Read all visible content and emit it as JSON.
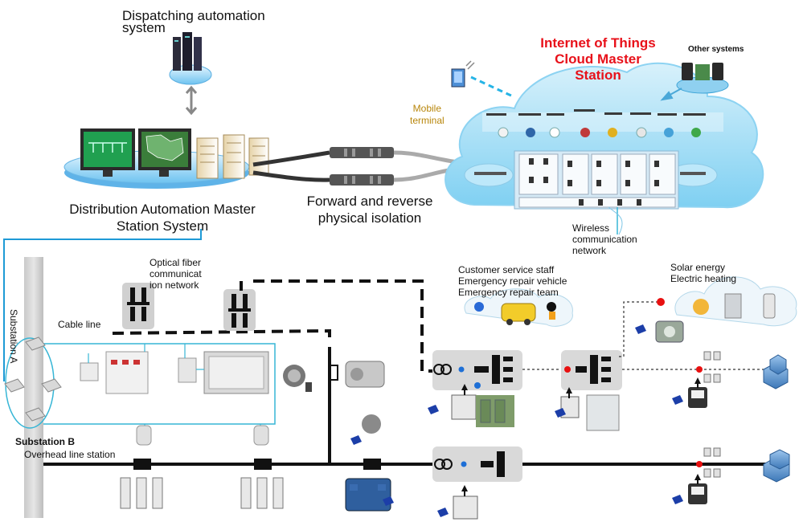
{
  "labels": {
    "dispatching": "Dispatching automation\nsystem",
    "iot_title": "Internet of Things\nCloud Master\nStation",
    "other_systems": "Other systems",
    "mobile_terminal": "Mobile\nterminal",
    "distribution_master": "Distribution Automation Master\nStation System",
    "isolation": "Forward and reverse\nphysical isolation",
    "wireless": "Wireless\ncommunication\nnetwork",
    "optical": "Optical fiber\ncommunicat\nion network",
    "substation_a": "Substation A",
    "substation_b": "Substation B",
    "cable_line": "Cable line",
    "overhead_line": "Overhead line  station",
    "customer_service": "Customer service staff\nEmergency repair vehicle\nEmergency repair team",
    "solar": "Solar energy\nElectric heating"
  },
  "colors": {
    "cloud": "#a9dcf3",
    "cloud_edge": "#5fc2ee",
    "red_title": "#e8111a",
    "mobile_text": "#b8860b",
    "blue_line": "#1e9ad6",
    "teal_line": "#37b6d6"
  }
}
